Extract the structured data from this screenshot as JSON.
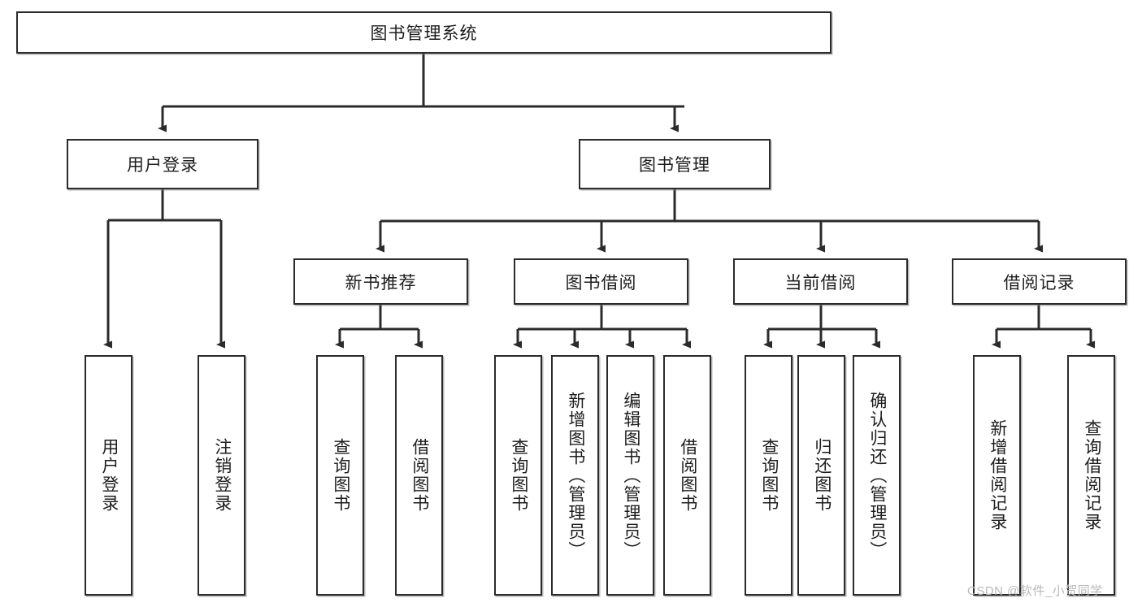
{
  "diagram": {
    "title": "图书管理系统",
    "type": "hierarchy-tree",
    "watermark": "CSDN @软件_小贺同学",
    "colors": {
      "box_border": "#2b2b2b",
      "box_fill": "#ffffff",
      "edge": "#2b2b2b",
      "text": "#1d1d1d",
      "watermark": "#b9b9b9"
    },
    "nodes": {
      "root": {
        "label": "图书管理系统",
        "level": 0,
        "orientation": "horizontal"
      },
      "l1": [
        {
          "id": "user_login",
          "label": "用户登录",
          "orientation": "horizontal"
        },
        {
          "id": "book_mgmt",
          "label": "图书管理",
          "orientation": "horizontal"
        }
      ],
      "l2": [
        {
          "id": "new_book_rec",
          "label": "新书推荐",
          "parent": "book_mgmt",
          "orientation": "horizontal"
        },
        {
          "id": "book_borrow",
          "label": "图书借阅",
          "parent": "book_mgmt",
          "orientation": "horizontal"
        },
        {
          "id": "current_borrow",
          "label": "当前借阅",
          "parent": "book_mgmt",
          "orientation": "horizontal"
        },
        {
          "id": "borrow_record",
          "label": "借阅记录",
          "parent": "book_mgmt",
          "orientation": "horizontal"
        }
      ],
      "leaves": [
        {
          "id": "leaf_user_login",
          "label": "用户登录",
          "parent": "user_login",
          "orientation": "vertical"
        },
        {
          "id": "leaf_logout",
          "label": "注销登录",
          "parent": "user_login",
          "orientation": "vertical"
        },
        {
          "id": "leaf_query_book_1",
          "label": "查询图书",
          "parent": "new_book_rec",
          "orientation": "vertical"
        },
        {
          "id": "leaf_borrow_book_1",
          "label": "借阅图书",
          "parent": "new_book_rec",
          "orientation": "vertical"
        },
        {
          "id": "leaf_query_book_2",
          "label": "查询图书",
          "parent": "book_borrow",
          "orientation": "vertical"
        },
        {
          "id": "leaf_add_book",
          "label": "新增图书（管理员）",
          "parent": "book_borrow",
          "orientation": "vertical"
        },
        {
          "id": "leaf_edit_book",
          "label": "编辑图书（管理员）",
          "parent": "book_borrow",
          "orientation": "vertical"
        },
        {
          "id": "leaf_borrow_book_2",
          "label": "借阅图书",
          "parent": "book_borrow",
          "orientation": "vertical"
        },
        {
          "id": "leaf_query_book_3",
          "label": "查询图书",
          "parent": "current_borrow",
          "orientation": "vertical"
        },
        {
          "id": "leaf_return_book",
          "label": "归还图书",
          "parent": "current_borrow",
          "orientation": "vertical"
        },
        {
          "id": "leaf_confirm_return",
          "label": "确认归还（管理员）",
          "parent": "current_borrow",
          "orientation": "vertical"
        },
        {
          "id": "leaf_add_record",
          "label": "新增借阅记录",
          "parent": "borrow_record",
          "orientation": "vertical"
        },
        {
          "id": "leaf_query_record",
          "label": "查询借阅记录",
          "parent": "borrow_record",
          "orientation": "vertical"
        }
      ]
    }
  }
}
